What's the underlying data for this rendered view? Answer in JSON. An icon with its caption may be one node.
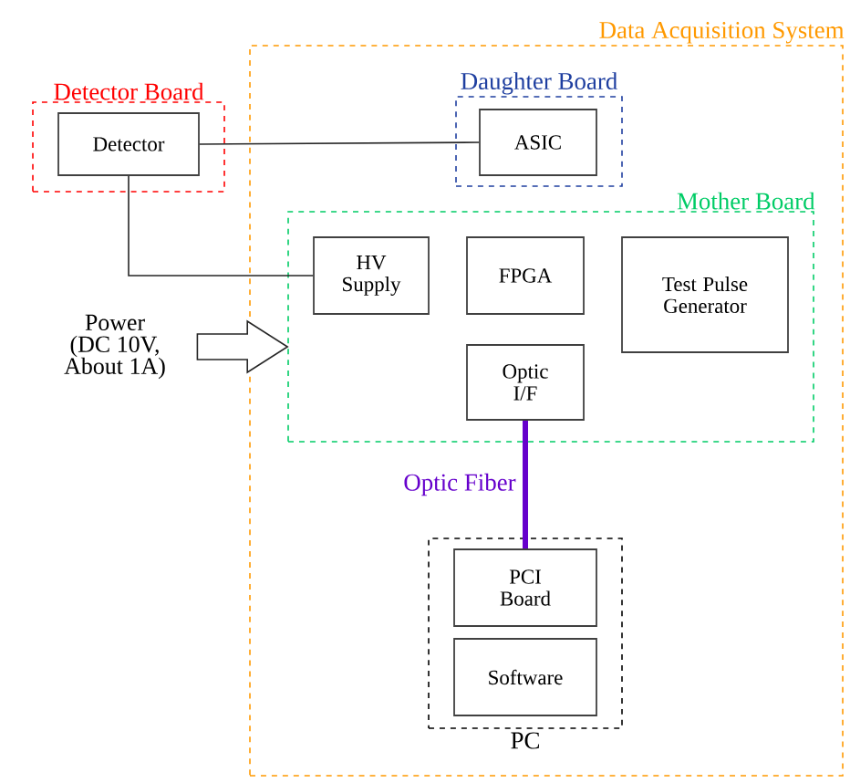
{
  "diagram": {
    "nodes": [
      {
        "text": [
          "Data Acquisition System"
        ]
      },
      {
        "text": [
          "Detector Board"
        ]
      },
      {
        "text": [
          "Detector"
        ],
        "in": 1
      },
      {
        "text": [
          "Daughter Board"
        ],
        "in": 0
      },
      {
        "text": [
          "ASIC"
        ],
        "in": 3
      },
      {
        "text": [
          "Mother Board"
        ],
        "in": 0
      },
      {
        "text": [
          "HV Supply"
        ],
        "in": 5
      },
      {
        "text": [
          "FPGA"
        ],
        "in": 5
      },
      {
        "text": [
          "Test Pulse Generator"
        ],
        "in": 5
      },
      {
        "text": [
          "Optic I/F"
        ],
        "in": 5
      },
      {
        "text": [
          "PC"
        ],
        "in": 0
      },
      {
        "text": [
          "PCI Board"
        ],
        "in": 10
      },
      {
        "text": [
          "Software"
        ],
        "in": 10
      },
      {
        "text": [
          "Power (DC 10V, About 1A)"
        ]
      }
    ],
    "edges": [
      {
        "from": 2,
        "to": 4,
        "arrow": "none"
      },
      {
        "from": 2,
        "to": 6,
        "arrow": "none"
      },
      {
        "from": 9,
        "to": 11,
        "arrow": "none",
        "label": "Optic Fiber",
        "style": "thick",
        "color": "#6600cc"
      },
      {
        "from": 13,
        "to": 5,
        "arrow": "to"
      }
    ]
  }
}
